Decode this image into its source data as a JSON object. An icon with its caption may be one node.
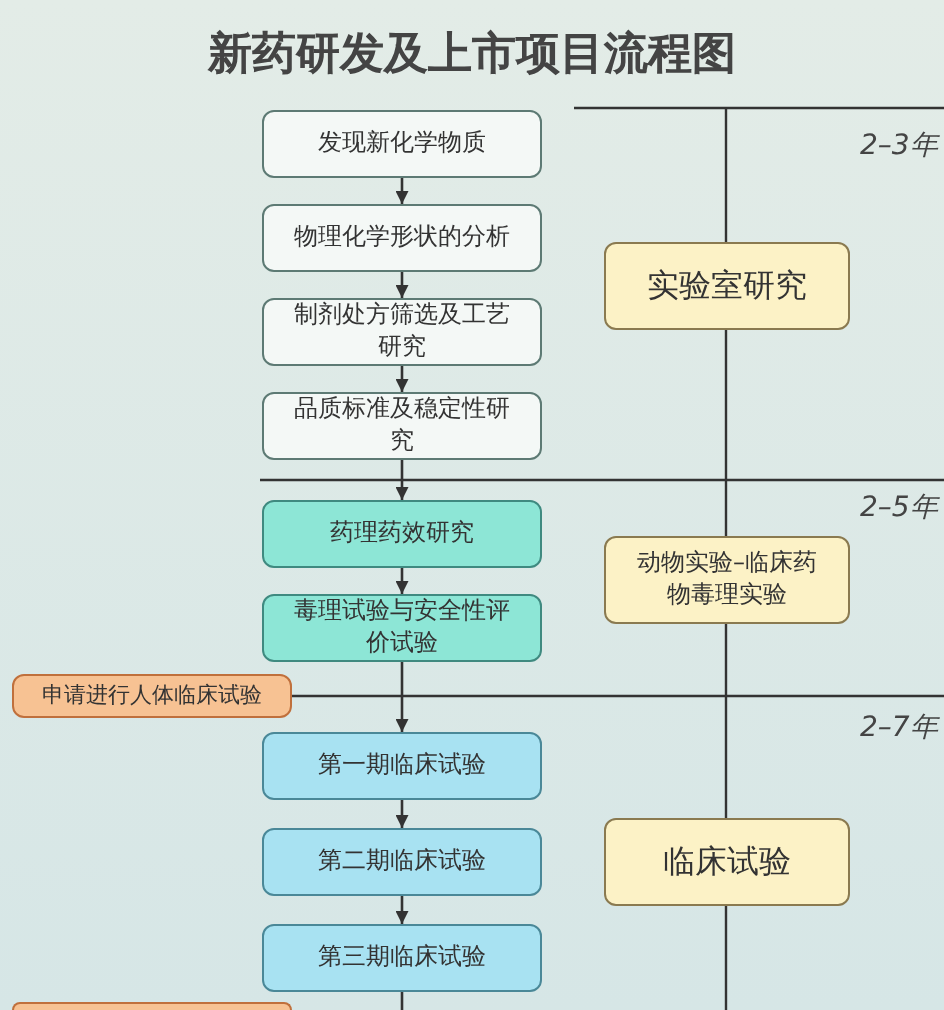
{
  "diagram": {
    "title": "新药研发及上市项目流程图",
    "nodes": [
      {
        "text": [
          "发现新化学物质"
        ]
      },
      {
        "text": [
          "物理化学形状的分析"
        ]
      },
      {
        "text": [
          "制剂处方筛选及工艺研究"
        ]
      },
      {
        "text": [
          "品质标准及稳定性研究"
        ]
      },
      {
        "text": [
          "药理药效研究"
        ]
      },
      {
        "text": [
          "毒理试验与安全性评价试验"
        ]
      },
      {
        "text": [
          "申请进行人体临床试验"
        ]
      },
      {
        "text": [
          "第一期临床试验"
        ]
      },
      {
        "text": [
          "第二期临床试验"
        ]
      },
      {
        "text": [
          "第三期临床试验"
        ]
      },
      {
        "text": [
          "实验室研究"
        ]
      },
      {
        "text": [
          "动物实验–临床药物毒理实验"
        ]
      },
      {
        "text": [
          "临床试验"
        ]
      },
      {
        "text": [],
        "shape": "box"
      }
    ],
    "edges": [
      {
        "from": 0,
        "to": 1,
        "arrow": "to"
      },
      {
        "from": 1,
        "to": 2,
        "arrow": "to"
      },
      {
        "from": 2,
        "to": 3,
        "arrow": "to"
      },
      {
        "from": 3,
        "to": 4,
        "arrow": "to"
      },
      {
        "from": 4,
        "to": 5,
        "arrow": "to"
      },
      {
        "from": 5,
        "to": 7,
        "arrow": "to"
      },
      {
        "from": 7,
        "to": 8,
        "arrow": "to"
      },
      {
        "from": 8,
        "to": 9,
        "arrow": "to"
      },
      {
        "from": 9,
        "to": null,
        "arrow": "none"
      }
    ],
    "labels": [
      "2–3年",
      "2–5年",
      "2–7年"
    ]
  }
}
